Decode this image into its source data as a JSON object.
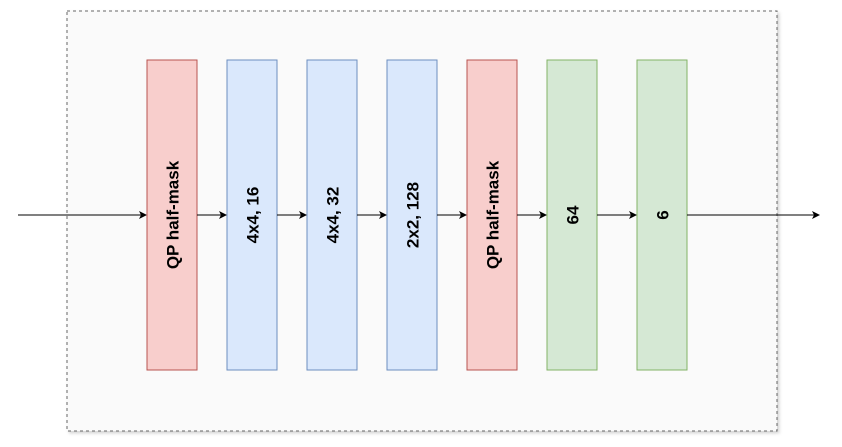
{
  "diagram": {
    "colors": {
      "red_fill": "#f8cecc",
      "red_stroke": "#b85450",
      "blue_fill": "#dae8fc",
      "blue_stroke": "#6c8ebf",
      "green_fill": "#d5e8d4",
      "green_stroke": "#82b366",
      "container_fill": "#fafafa",
      "container_stroke": "#666666",
      "arrow": "#000000"
    },
    "blocks": [
      {
        "label": "QP half-mask",
        "color": "red"
      },
      {
        "label": "4x4, 16",
        "color": "blue"
      },
      {
        "label": "4x4, 32",
        "color": "blue"
      },
      {
        "label": "2x2, 128",
        "color": "blue"
      },
      {
        "label": "QP half-mask",
        "color": "red"
      },
      {
        "label": "64",
        "color": "green"
      },
      {
        "label": "6",
        "color": "green"
      }
    ]
  }
}
